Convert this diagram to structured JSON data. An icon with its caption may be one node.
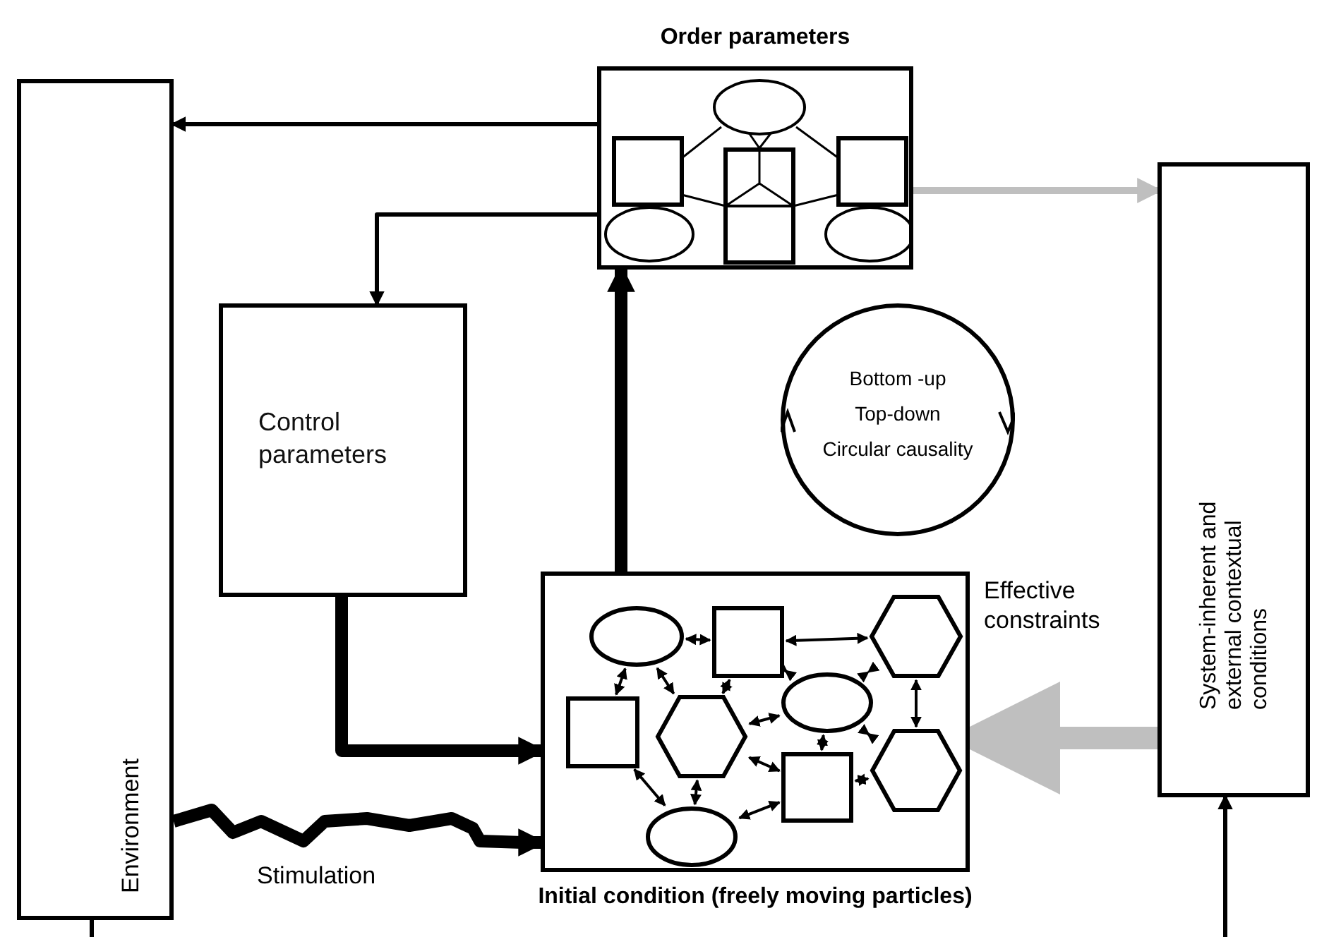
{
  "diagram": {
    "nodes": [
      {
        "text": [
          "Order parameters"
        ]
      },
      {
        "text": [
          "Environment"
        ]
      },
      {
        "text": [
          "Control parameters"
        ]
      },
      {
        "text": [
          "Bottom -up",
          "Top-down",
          "Circular causality"
        ]
      },
      {
        "text": [
          "Initial condition (freely moving particles)"
        ]
      },
      {
        "text": [
          "System-inherent and external contextual conditions"
        ]
      }
    ],
    "edges": [
      {
        "from": 0,
        "to": 1,
        "arrow": "to"
      },
      {
        "from": 0,
        "to": 2,
        "arrow": "to"
      },
      {
        "from": 2,
        "to": 4,
        "arrow": "to",
        "style": "thick"
      },
      {
        "from": 1,
        "to": 4,
        "arrow": "to",
        "style": "thick",
        "label": "Stimulation"
      },
      {
        "from": 4,
        "to": 0,
        "arrow": "to",
        "style": "thick"
      },
      {
        "from": 0,
        "to": 5,
        "arrow": "to",
        "color": "#bfbfbf"
      },
      {
        "from": 5,
        "to": 4,
        "arrow": "to",
        "style": "thick",
        "color": "#bfbfbf",
        "label": "Effective constraints"
      },
      {
        "from": 1,
        "to": null,
        "arrow": "none"
      },
      {
        "from": null,
        "to": 5,
        "arrow": "to"
      }
    ]
  }
}
